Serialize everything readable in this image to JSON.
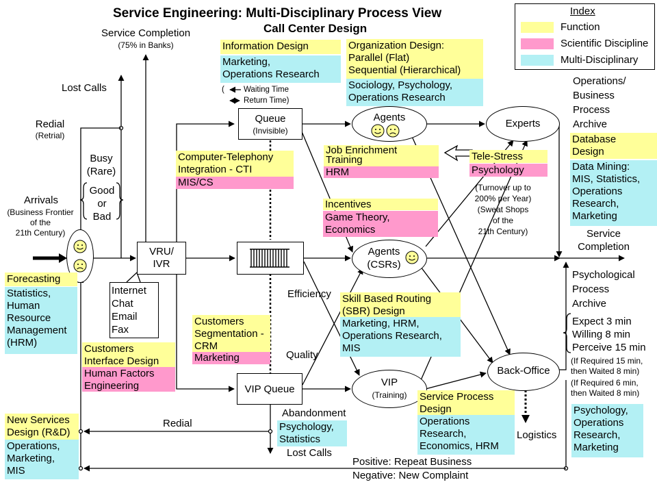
{
  "title": "Service Engineering: Multi-Disciplinary Process View",
  "subtitle": "Call Center Design",
  "index": {
    "heading": "Index",
    "items": [
      "Function",
      "Scientific Discipline",
      "Multi-Disciplinary"
    ],
    "colors": {
      "function": "#ffff99",
      "scientific": "#ff99cc",
      "multi": "#b3f0f4"
    }
  },
  "labels": {
    "service_completion_top": "Service Completion",
    "service_completion_top_note": "(75% in Banks)",
    "lost_calls_top": "Lost Calls",
    "redial_top": "Redial",
    "redial_top_note": "(Retrial)",
    "busy": "Busy",
    "busy_note": "(Rare)",
    "good": "Good",
    "or": "or",
    "bad": "Bad",
    "arrivals": "Arrivals",
    "arrivals_note_1": "(Business Frontier",
    "arrivals_note_2": "of the",
    "arrivals_note_3": "21th Century)",
    "waiting_time": "Waiting Time",
    "return_time": "Return Time)",
    "paren_open": "(",
    "efficiency": "Efficiency",
    "quality": "Quality",
    "abandonment": "Abandonment",
    "lost_calls_bottom": "Lost Calls",
    "redial_bottom": "Redial",
    "positive": "Positive: Repeat Business",
    "negative": "Negative: New Complaint",
    "logistics": "Logistics",
    "turnover_1": "(Turnover up to",
    "turnover_2": "200% per Year)",
    "turnover_3": "(Sweat Shops",
    "turnover_4": "of the",
    "turnover_5": "21th Century)",
    "ops_archive_1": "Operations/",
    "ops_archive_2": "Business",
    "ops_archive_3": "Process",
    "ops_archive_4": "Archive",
    "service_completion_right_1": "Service",
    "service_completion_right_2": "Completion",
    "psych_archive_1": "Psychological",
    "psych_archive_2": "Process",
    "psych_archive_3": "Archive",
    "expect": "Expect 3 min",
    "willing": "Willing 8 min",
    "perceive": "Perceive 15 min",
    "if_req_1a": "(If Required 15 min,",
    "if_req_1b": "then Waited 8 min)",
    "if_req_2a": "(If Required 6 min,",
    "if_req_2b": "then Waited 8 min)",
    "internet": "Internet",
    "chat": "Chat",
    "email": "Email",
    "fax": "Fax"
  },
  "nodes": {
    "queue": "Queue",
    "queue_note": "(Invisible)",
    "vru_1": "VRU/",
    "vru_2": "IVR",
    "vip_queue": "VIP Queue",
    "agents_top": "Agents",
    "agents_csr_1": "Agents",
    "agents_csr_2": "(CSRs)",
    "experts": "Experts",
    "vip": "VIP",
    "vip_note": "(Training)",
    "back_office": "Back-Office"
  },
  "boxes": {
    "information_design": "Information Design",
    "info_multi_1": "Marketing,",
    "info_multi_2": "Operations Research",
    "org_design_1": "Organization Design:",
    "org_design_2": "Parallel (Flat)",
    "org_design_3": "Sequential (Hierarchical)",
    "org_multi_1": "Sociology, Psychology,",
    "org_multi_2": "Operations Research",
    "cti_1": "Computer-Telephony",
    "cti_2": "Integration - CTI",
    "cti_sci": "MIS/CS",
    "job_1": "Job Enrichment",
    "job_2": "Training",
    "job_sci": "HRM",
    "tele_stress": "Tele-Stress",
    "tele_sci": "Psychology",
    "incentives": "Incentives",
    "incentives_sci_1": "Game Theory,",
    "incentives_sci_2": "Economics",
    "database_1": "Database",
    "database_2": "Design",
    "datamining_1": "Data Mining:",
    "datamining_2": "MIS, Statistics,",
    "datamining_3": "Operations",
    "datamining_4": "Research,",
    "datamining_5": "Marketing",
    "forecasting": "Forecasting",
    "forecast_multi_1": "Statistics,",
    "forecast_multi_2": "Human",
    "forecast_multi_3": "Resource",
    "forecast_multi_4": "Management",
    "forecast_multi_5": "(HRM)",
    "sbr_1": "Skill Based Routing",
    "sbr_2": "(SBR) Design",
    "sbr_multi_1": "Marketing, HRM,",
    "sbr_multi_2": "Operations Research,",
    "sbr_multi_3": "MIS",
    "seg_1": "Customers",
    "seg_2": "Segmentation -",
    "seg_3": "CRM",
    "seg_sci": "Marketing",
    "cid_1": "Customers",
    "cid_2": "Interface Design",
    "cid_sci_1": "Human Factors",
    "cid_sci_2": "Engineering",
    "spd_1": "Service Process",
    "spd_2": "Design",
    "spd_multi_1": "Operations",
    "spd_multi_2": "Research,",
    "spd_multi_3": "Economics, HRM",
    "new_services_1": "New Services",
    "new_services_2": "Design (R&D)",
    "ns_multi_1": "Operations,",
    "ns_multi_2": "Marketing,",
    "ns_multi_3": "MIS",
    "abandon_multi_1": "Psychology,",
    "abandon_multi_2": "Statistics",
    "psych_multi_1": "Psychology,",
    "psych_multi_2": "Operations",
    "psych_multi_3": "Research,",
    "psych_multi_4": "Marketing"
  }
}
